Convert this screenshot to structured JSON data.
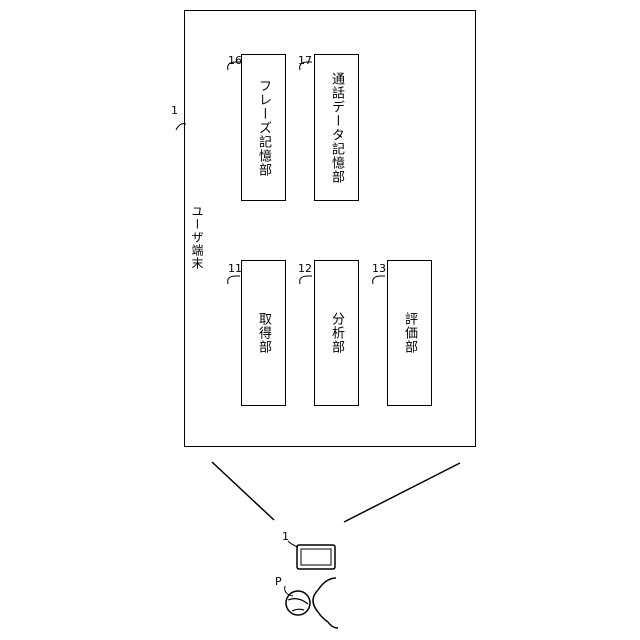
{
  "terminal": {
    "ref": "1",
    "label": "ユーザ端末"
  },
  "units": [
    {
      "id": "phrase",
      "ref": "16",
      "label": "フレーズ記憶部"
    },
    {
      "id": "calldata",
      "ref": "17",
      "label": "通話データ記憶部"
    },
    {
      "id": "acquire",
      "ref": "11",
      "label": "取得部"
    },
    {
      "id": "analyze",
      "ref": "12",
      "label": "分析部"
    },
    {
      "id": "evaluate",
      "ref": "13",
      "label": "評価部"
    }
  ],
  "device": {
    "ref": "1"
  },
  "person": {
    "ref": "P"
  }
}
